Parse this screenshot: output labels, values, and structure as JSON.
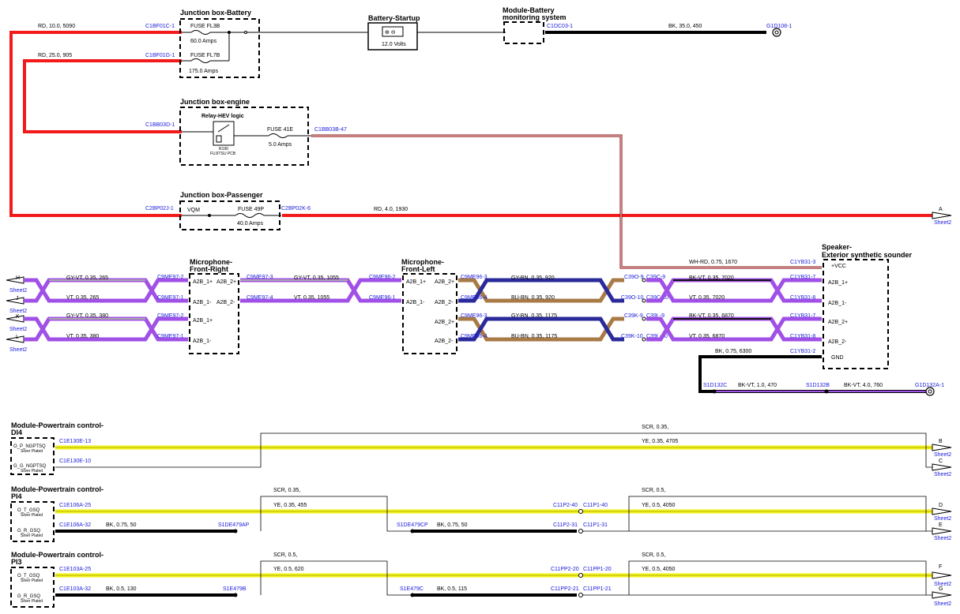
{
  "colors": {
    "red": "#f21a1a",
    "black": "#000000",
    "yellow": "#f2f21a",
    "violet": "#a050e6",
    "gray": "#a8a8a8",
    "brown": "#a87a46",
    "blue": "#2a2a9a",
    "white": "#ffffff",
    "connector_text": "#1a1adc"
  },
  "components": {
    "jb_battery": {
      "title": "Junction box-Battery",
      "fuse1": "FUSE FL3B",
      "fuse1_amps": "60.0 Amps",
      "fuse2": "FUSE FL7B",
      "fuse2_amps": "175.0 Amps"
    },
    "battery": {
      "title": "Battery-Startup",
      "volts": "12.0 Volts"
    },
    "bms": {
      "title1": "Module-Battery",
      "title2": "monitoring system"
    },
    "jb_engine": {
      "title": "Junction box-engine",
      "relay": "Relay-HEV logic",
      "relay_sub1": "R190",
      "relay_sub2": "FUJITSU PCB",
      "fuse": "FUSE 41E",
      "fuse_amps": "5.0 Amps"
    },
    "jb_passenger": {
      "title": "Junction box-Passenger",
      "pin": "VQM",
      "fuse": "FUSE 49P",
      "fuse_amps": "40.0 Amps"
    },
    "mic_right": {
      "title1": "Microphone-",
      "title2": "Front-Right",
      "pins_left": [
        "A2B_1+",
        "A2B_1-",
        "A2B_1+",
        "A2B_1-"
      ],
      "pins_right": [
        "A2B_2+",
        "A2B_2-"
      ]
    },
    "mic_left": {
      "title1": "Microphone-",
      "title2": "Front-Left",
      "pins_left": [
        "A2B_1+",
        "A2B_1-",
        "A2B_2+",
        "A2B_2-"
      ],
      "pins_right": [
        "A2B_2+",
        "A2B_2-"
      ]
    },
    "speaker": {
      "title1": "Speaker-",
      "title2": "Exterior synthetic sounder",
      "pins": [
        "+VCC",
        "A2B_1+",
        "A2B_1-",
        "A2B_2+",
        "A2B_2-",
        "GND"
      ]
    },
    "pcm1": {
      "title1": "Module-Powertrain control-",
      "title2": "DI4",
      "pin1": "O_P_NGPTSQ",
      "pin2": "G_G_NGPTSQ",
      "plating": "Silver Plated"
    },
    "pcm2": {
      "title1": "Module-Powertrain control-",
      "title2": "PI4",
      "pin1": "O_T_GSQ",
      "pin2": "G_R_GSQ",
      "plating": "Silver Plated"
    },
    "pcm3": {
      "title1": "Module-Powertrain control-",
      "title2": "PI3",
      "pin1": "O_T_GSQ",
      "pin2": "G_R_GSQ",
      "plating": "Silver Plated"
    }
  },
  "wires": {
    "w1": "RD, 10.0, 5090",
    "w2": "RD, 25.0, 905",
    "w3": "BK, 35.0, 450",
    "w4": "RD, 4.0, 1930",
    "w5": "WH-RD, 0.75, 1670",
    "h1": "GY-VT, 0.35, 265",
    "h2": "VT, 0.35, 265",
    "h3": "GY-VT, 0.35, 380",
    "h4": "VT, 0.35, 380",
    "m1": "GY-VT, 0.35, 1055",
    "m2": "VT, 0.35, 1055",
    "n1": "GY-BN, 0.35, 920",
    "n2": "BU-BN, 0.35, 920",
    "n3": "GY-BN, 0.35, 1175",
    "n4": "BU-BN, 0.35, 1175",
    "s1": "BK-VT, 0.35, 7020",
    "s2": "VT, 0.35, 7020",
    "s3": "BK-VT, 0.35, 6870",
    "s4": "VT, 0.35, 6870",
    "g1": "BK, 0.75, 6300",
    "g2": "BK-VT, 1.0, 470",
    "g3": "BK-VT, 4.0, 760",
    "p1_scr": "SCR, 0.35,",
    "p1_ye": "YE, 0.35, 4705",
    "p2_scr1": "SCR, 0.35,",
    "p2_ye1": "YE, 0.35, 455",
    "p2_bk1": "BK, 0.75, 50",
    "p2_bk2": "BK, 0.75, 50",
    "p2_scr2": "SCR, 0.5,",
    "p2_ye2": "YE, 0.5, 4050",
    "p3_scr1": "SCR, 0.5,",
    "p3_ye1": "YE, 0.5, 620",
    "p3_bk1": "BK, 0.5, 130",
    "p3_bk2": "BK, 0.5, 115",
    "p3_scr2": "SCR, 0.5,",
    "p3_ye2": "YE, 0.5, 4050"
  },
  "connectors": {
    "c1": "C1BF01C-1",
    "c2": "C1BF01G-1",
    "c3": "C1DC03-1",
    "c4": "G1D108-1",
    "c5": "C1BB03D-1",
    "c6": "C1BB03B-47",
    "c7": "C2BP02J-1",
    "c8": "C2BP02K-6",
    "mr1": "C9ME97-2",
    "mr2": "C9ME97-1",
    "mr3": "C9ME97-2",
    "mr4": "C9ME97-1",
    "mr5": "C9ME97-3",
    "mr6": "C9ME97-4",
    "ml1": "C9ME96-2",
    "ml2": "C9ME96-1",
    "ml3": "C9ME96-3",
    "ml4": "C9ME96-4",
    "ml5": "C9ME96-3",
    "ml6": "C9ME96-4",
    "i1a": "C39O-9",
    "i1b": "C39C-9",
    "i2a": "C39O-10",
    "i2b": "C39C-10",
    "i3a": "C39K-9",
    "i3b": "C39L-9",
    "i4a": "C39K-10",
    "i4b": "C39L-10",
    "sp1": "C1YB31-3",
    "sp2": "C1YB31-7",
    "sp3": "C1YB31-8",
    "sp4": "C1YB31-7",
    "sp5": "C1YB31-8",
    "sp6": "C1YB31-2",
    "sp_g1": "S1D132C",
    "sp_g2": "S1D132B",
    "sp_g3": "G1D132A-1",
    "p1a": "C1E130E-13",
    "p1b": "C1E130E-10",
    "p2a": "C1E106A-25",
    "p2b": "C1E106A-32",
    "p2c": "S1DE479AP",
    "p2d": "S1DE479CP",
    "p2e": "C11P2-40",
    "p2f": "C11P1-40",
    "p2g": "C11P2-31",
    "p2h": "C11P1-31",
    "p3a": "C1E103A-25",
    "p3b": "C1E103A-32",
    "p3c": "S1E479B",
    "p3d": "S1E479C",
    "p3e": "C11PP2-20",
    "p3f": "C11PP1-20",
    "p3g": "C11PP2-21",
    "p3h": "C11PP1-21"
  },
  "offpage": {
    "letters": [
      "A",
      "H",
      "J",
      "K",
      "L",
      "B",
      "C",
      "D",
      "E",
      "F",
      "G"
    ],
    "sheet": "Sheet2"
  }
}
